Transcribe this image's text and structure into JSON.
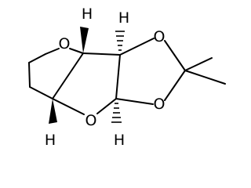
{
  "structure": {
    "atoms": {
      "o_thf": "O",
      "o_dioxolane_top": "O",
      "o_dioxolane_bottom": "O",
      "o_furanose": "O",
      "h_top_left": "H",
      "h_top_right": "H",
      "h_bottom_left": "H",
      "h_bottom_right": "H"
    },
    "colors": {
      "bond": "#000000",
      "label": "#000000",
      "background": "#ffffff"
    }
  }
}
